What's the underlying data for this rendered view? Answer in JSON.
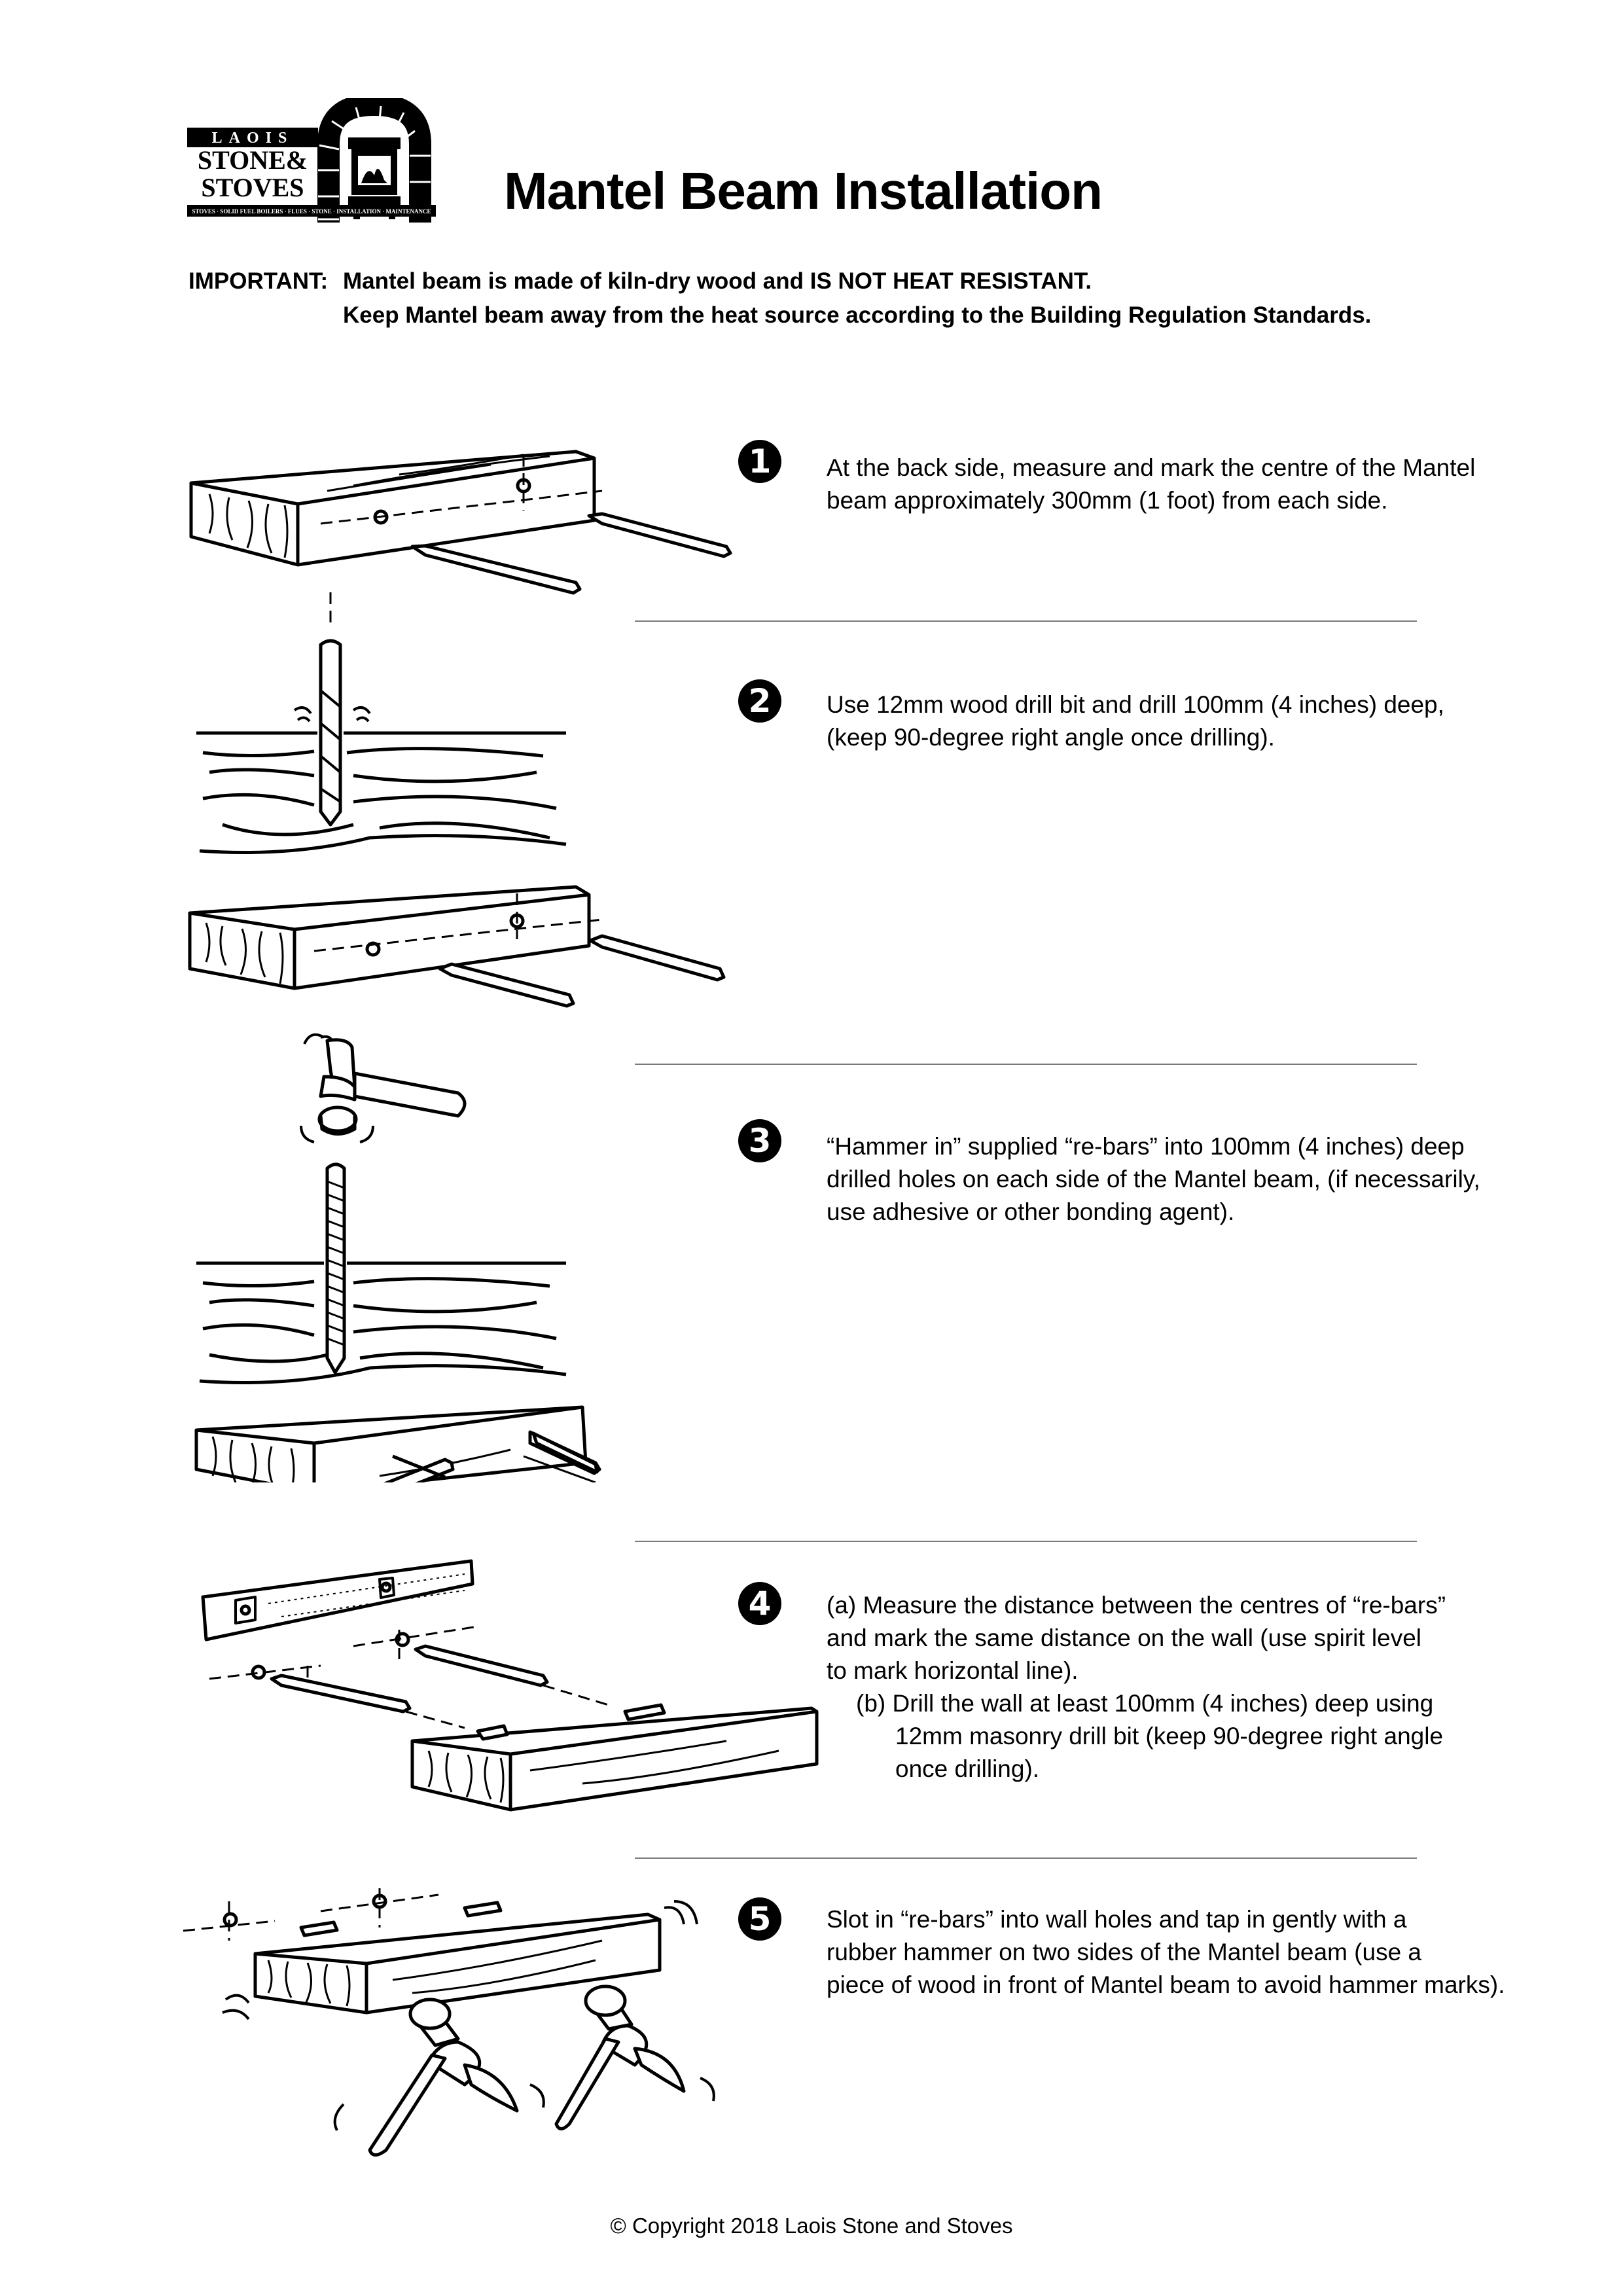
{
  "logo": {
    "line1": "LAOIS",
    "line2": "STONE&",
    "line3": "STOVES",
    "tagline": "STOVES · SOLID FUEL BOILERS · FLUES · STONE · INSTALLATION · MAINTENANCE"
  },
  "title": "Mantel Beam Installation",
  "important": {
    "label": "IMPORTANT:",
    "line1": "Mantel beam is made of kiln-dry wood and IS NOT HEAT RESISTANT.",
    "line2": "Keep Mantel beam away from the heat source according to the Building Regulation Standards."
  },
  "steps": [
    {
      "number": "1",
      "lines": [
        "At the back side, measure and mark the centre of  the Mantel",
        "beam approximately 300mm (1 foot) from each side."
      ]
    },
    {
      "number": "2",
      "lines": [
        "Use 12mm wood drill bit and drill 100mm (4 inches) deep,",
        "(keep 90-degree right angle once drilling)."
      ]
    },
    {
      "number": "3",
      "lines": [
        "“Hammer in” supplied “re-bars” into 100mm (4 inches) deep",
        "drilled holes on each side of the Mantel beam, (if necessarily,",
        "use adhesive or other bonding agent)."
      ]
    },
    {
      "number": "4",
      "lines": [
        "(a) Measure the distance between the centres of “re-bars”",
        "and mark the same distance on the wall (use spirit level",
        "to mark horizontal line).",
        "(b) Drill the wall at least 100mm (4 inches) deep using",
        "12mm masonry drill bit (keep 90-degree right angle",
        "once drilling)."
      ]
    },
    {
      "number": "5",
      "lines": [
        "Slot in “re-bars” into wall holes and  tap in gently with a",
        "rubber hammer on two sides of the Mantel beam (use a",
        "piece of wood in front of Mantel beam to avoid hammer marks)."
      ]
    }
  ],
  "footer": "© Copyright 2018 Laois Stone and Stoves"
}
